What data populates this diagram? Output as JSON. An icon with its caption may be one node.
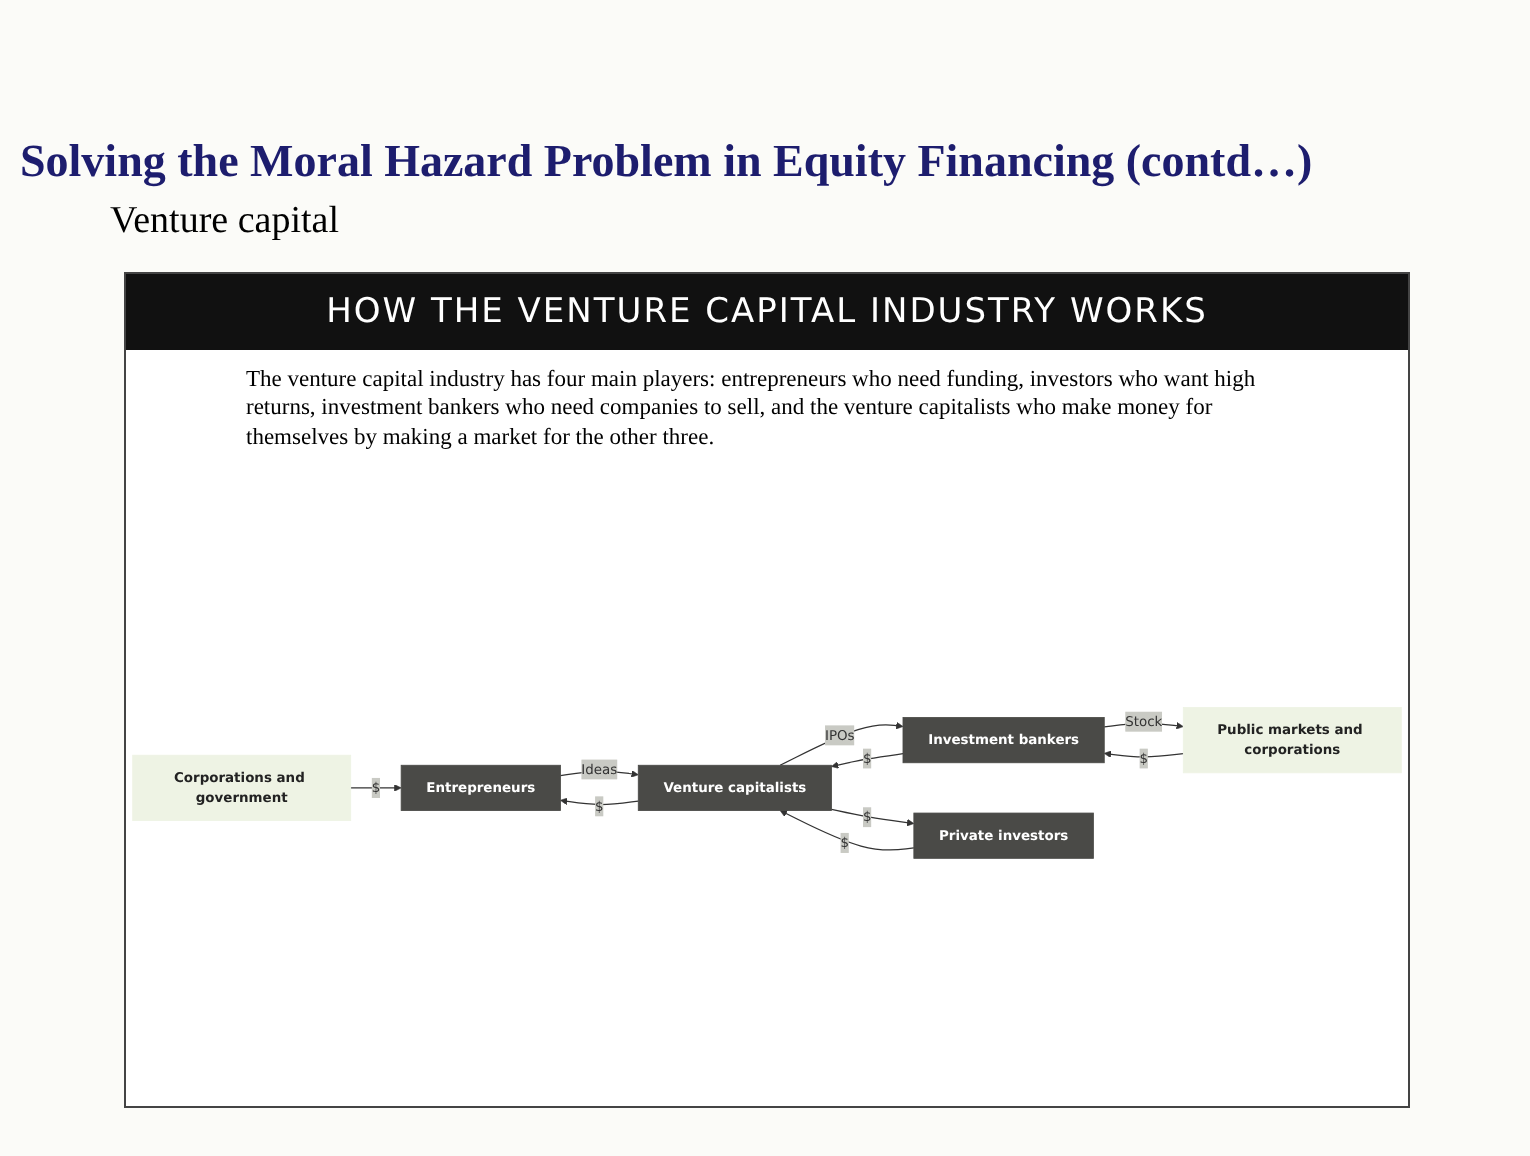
{
  "diagram": {
    "title": "Solving the Moral Hazard Problem in Equity Financing (contd…)",
    "nodes": [
      {
        "text": [
          "Entrepreneurs"
        ]
      },
      {
        "text": [
          "Venture capitalists"
        ]
      },
      {
        "text": [
          "Investment bankers"
        ]
      },
      {
        "text": [
          "Corporations and government"
        ]
      },
      {
        "text": [
          "Private investors"
        ]
      },
      {
        "text": [
          "Public markets and corporations"
        ]
      }
    ],
    "edges": [
      {
        "from": 1,
        "to": 0,
        "label": "$",
        "arrow": "to"
      },
      {
        "from": 0,
        "to": 1,
        "label": "Ideas",
        "arrow": "to"
      },
      {
        "from": 2,
        "to": 1,
        "label": "$",
        "arrow": "to"
      },
      {
        "from": 1,
        "to": 2,
        "label": "IPOs",
        "arrow": "to"
      },
      {
        "from": 3,
        "to": 0,
        "label": "$",
        "arrow": "to"
      },
      {
        "from": 4,
        "to": 1,
        "label": "$",
        "arrow": "to"
      },
      {
        "from": 1,
        "to": 4,
        "label": "$",
        "arrow": "to"
      },
      {
        "from": 5,
        "to": 2,
        "label": "$",
        "arrow": "to"
      },
      {
        "from": 2,
        "to": 5,
        "label": "Stock",
        "arrow": "to"
      }
    ],
    "labels": [
      "Venture capital",
      "HOW THE VENTURE CAPITAL INDUSTRY WORKS",
      "The venture capital industry has four main players: entrepreneurs who need funding, investors who want high returns, investment bankers who need companies to sell, and the venture capitalists who make money for themselves by making a market for the other three."
    ]
  }
}
